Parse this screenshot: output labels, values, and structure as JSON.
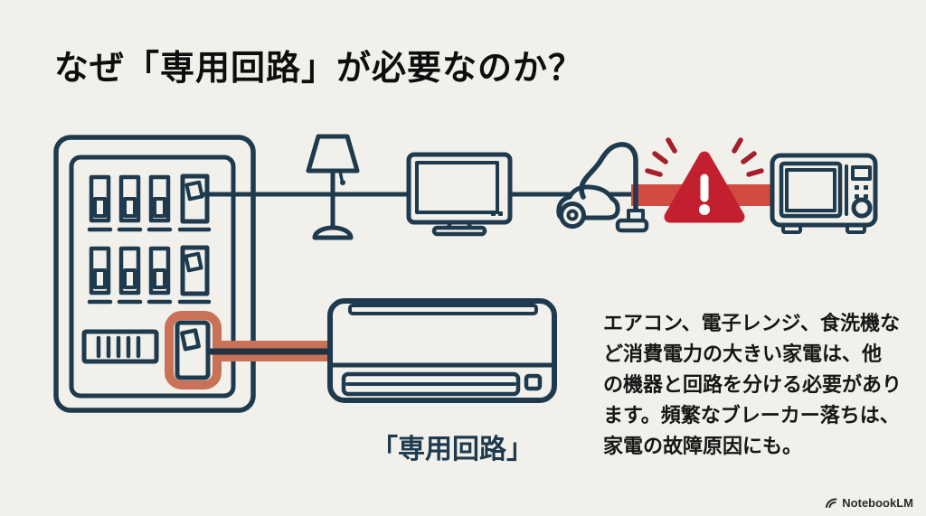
{
  "slide": {
    "title": "なぜ「専用回路」が必要なのか？",
    "dedicated_circuit_label": "「専用回路」",
    "info_text": {
      "lines": [
        "エアコン、電子レンジ、食洗機な",
        "ど消費電力の大きい家電は、他",
        "の機器と回路を分ける必要があり",
        "ます。頻繁なブレーカー落ちは、",
        "家電の故障原因にも。"
      ]
    },
    "branding": "NotebookLM"
  },
  "icons": [
    "breaker-panel-icon",
    "lamp-icon",
    "tv-icon",
    "vacuum-icon",
    "warning-icon",
    "microwave-icon",
    "air-conditioner-icon",
    "notebooklm-logo-icon"
  ],
  "colors": {
    "background": "#f2f0ea",
    "navy": "#1d3a4e",
    "highlight_orange": "#c97257",
    "overload_red": "#d14b41",
    "alert_red": "#c2202f",
    "burst_red": "#a51e2c"
  }
}
